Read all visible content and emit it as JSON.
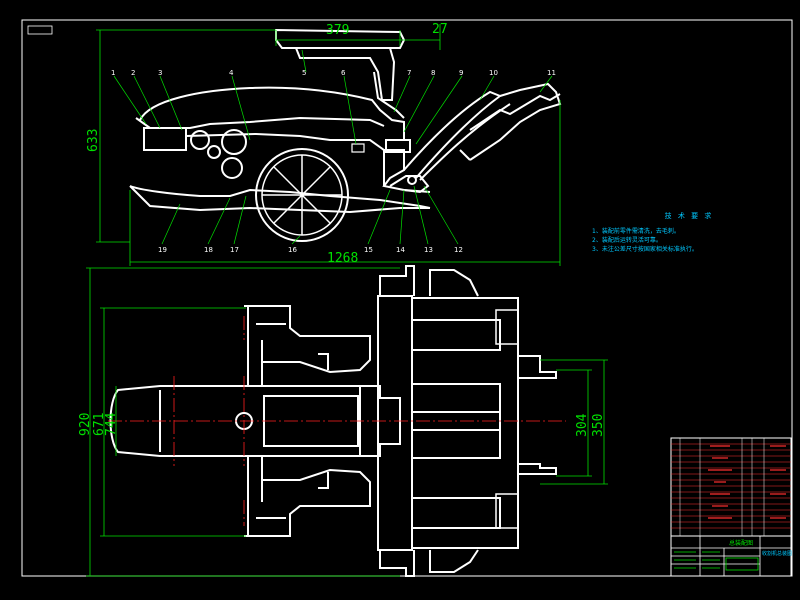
{
  "dimensions": {
    "top_width": "379",
    "top_small": "27",
    "side_height": "633",
    "overall_length": "1268",
    "plan_width_outer": "920",
    "plan_width_mid": "671",
    "plan_width_inner": "744",
    "right_inner": "304",
    "right_outer": "350"
  },
  "part_numbers": [
    "1",
    "2",
    "3",
    "4",
    "5",
    "6",
    "7",
    "8",
    "9",
    "10",
    "11",
    "12",
    "13",
    "14",
    "15",
    "16",
    "17",
    "18",
    "19"
  ],
  "tech_notes": {
    "title": "技 术 要 求",
    "lines": [
      "1、装配前零件需清洗，去毛刺。",
      "2、装配后运转灵活可靠。",
      "3、未注公差尺寸按国家相关标准执行。"
    ]
  },
  "title_block": {
    "drawing_title": "总装配图",
    "school_label": "收割机总装图"
  },
  "colors": {
    "background": "#000000",
    "line": "#ffffff",
    "dimension": "#00e000",
    "center": "#ff2020",
    "text_cyan": "#00c8ff",
    "table_red": "#ff3030",
    "frame": "#ffffff"
  }
}
